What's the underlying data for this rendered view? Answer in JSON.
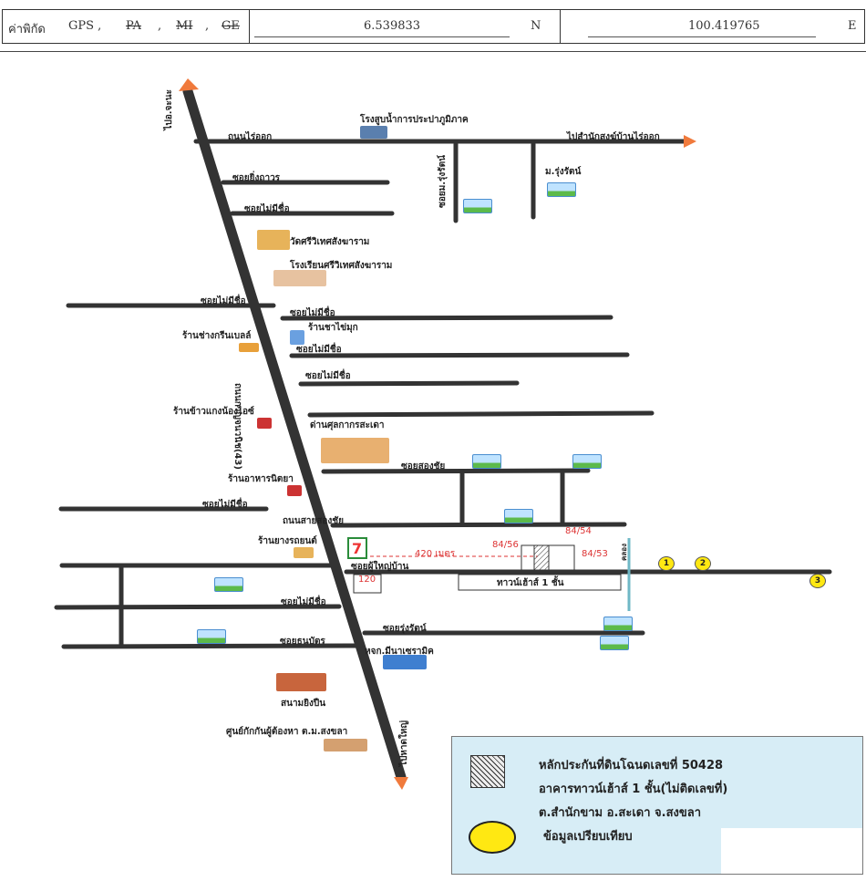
{
  "header": {
    "coord_label": "ค่าพิกัด",
    "gps": "GPS ,",
    "pa": "PA",
    "sep1": ",",
    "mi": "MI",
    "sep2": ",",
    "ge": "GE",
    "latitude": "6.539833",
    "lat_unit": "N",
    "longitude": "100.419765",
    "lon_unit": "E"
  },
  "map": {
    "main_road_name": "ถนนกาญจนวนิช(43)",
    "to_north": "ไปอ.จะนะ",
    "to_south": "ไปหาดใหญ่",
    "to_east": "ไปสำนักสงฆ์บ้านไร่ออก",
    "roads": {
      "rai_ok": "ถนนไร่ออก",
      "soi_yingthaworn": "ซอยยิ่งถาวร",
      "soi_unnamed_1": "ซอยไม่มีชื่อ",
      "soi_m_rungrat": "ซอยม.รุ่งรัตน์",
      "soi_unnamed_left_1": "ซอยไม่มีชื่อ",
      "soi_unnamed_2": "ซอยไม่มีชื่อ",
      "soi_unnamed_3": "ซอยไม่มีชื่อ",
      "soi_unnamed_4": "ซอยไม่มีชื่อ",
      "soi_songchai": "ซอยสองชัย",
      "soi_unnamed_left_2": "ซอยไม่มีชื่อ",
      "thanon_sai_songchai": "ถนนสายสองชัย",
      "soi_phuyaiban": "ซอยผู้ใหญ่บ้าน",
      "soi_unnamed_left_3": "ซอยไม่มีชื่อ",
      "soi_rungrat": "ซอยรุ่งรัตน์",
      "soi_thanabat": "ซอยธนบัตร",
      "canal": "คลอง"
    },
    "landmarks": {
      "water_plant": "โรงสูบน้ำการประปาภูมิภาค",
      "m_rungrat": "ม.รุ่งรัตน์",
      "wat": "วัดศรีวิเทศสังฆาราม",
      "school": "โรงเรียนศรีวิเทศสังฆาราม",
      "tea_shop": "ร้านชาไข่มุก",
      "mechanic": "ร้านช่างกรีนเบลล์",
      "curry_shop": "ร้านข้าวแกงน้องไอซ์",
      "customs": "ด่านศุลกากรสะเดา",
      "restaurant": "ร้านอาหารนิตยา",
      "tire_shop": "ร้านยางรถยนต์",
      "minimart": "หจก.มีนาเซรามิค",
      "shooting_range": "สนามยิงปืน",
      "detention": "ศูนย์กักกันผู้ต้องหา ต.ม.สงขลา"
    },
    "subject": {
      "distance": "420 เมตร",
      "plot_a": "84/56",
      "plot_b": "84/54",
      "plot_c": "84/53",
      "side_distance": "120",
      "townhouse": "ทาวน์เฮ้าส์ 1 ชั้น"
    },
    "markers": [
      "1",
      "2",
      "3"
    ]
  },
  "legend": {
    "line1": "หลักประกันที่ดินโฉนดเลขที่  50428",
    "line2": "อาคารทาวน์เฮ้าส์ 1 ชั้น(ไม่ติดเลขที่)",
    "line3": "ต.สำนักขาม อ.สะเดา จ.สงขลา",
    "line4": "ข้อมูลเปรียบเทียบ"
  },
  "colors": {
    "road": "#333333",
    "arrow": "#f07a3c",
    "marker": "#ffe812",
    "legend_bg": "#d7edf6",
    "canal": "#6fb8c6",
    "annotation": "#d33333"
  }
}
